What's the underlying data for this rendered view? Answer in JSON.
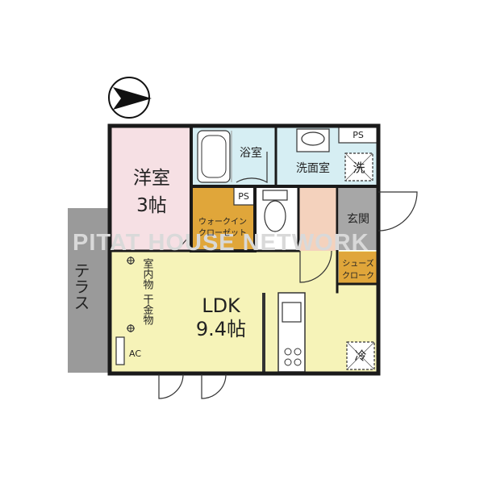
{
  "watermark": "PITAT HOUSE NETWORK",
  "rooms": {
    "western_room_name": "洋室",
    "western_room_size": "3帖",
    "bathroom": "浴室",
    "washroom": "洗面室",
    "washer": "洗",
    "ps_top": "PS",
    "ps_mid": "PS",
    "walkin_closet_line1": "ウォークイン",
    "walkin_closet_line2": "クローゼット",
    "entrance": "玄関",
    "shoes_closet_line1": "シューズ",
    "shoes_closet_line2": "クローク",
    "ldk_name": "LDK",
    "ldk_size": "9.4帖",
    "indoor_drying_line1": "室内物",
    "indoor_drying_line2": "干金物",
    "fridge": "冷",
    "ac": "AC",
    "terrace": "テラス"
  },
  "colors": {
    "wall": "#1a1a1a",
    "western_room": "#f6e0e4",
    "bath_wet": "#d6eef3",
    "closet": "#e0a63a",
    "ldk": "#f6f3b8",
    "toilet": "#ffffff",
    "entrance_hall": "#f4d2bd",
    "terrace": "#9a9a9a"
  }
}
